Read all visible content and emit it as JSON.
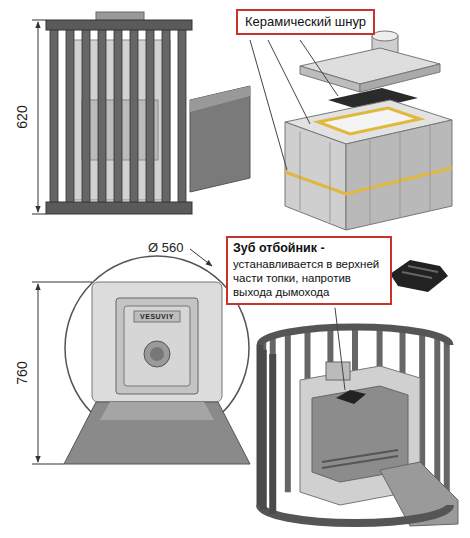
{
  "diagram": {
    "nodes": [
      {
        "text": [
          "Керамический шнур"
        ]
      },
      {
        "text": [
          "Зуб отбойник -",
          "устанавливается в верхней части топки, напротив выхода дымохода"
        ]
      }
    ],
    "labels": [
      "620",
      "Ø 560",
      "760",
      "VESUVIY"
    ]
  }
}
